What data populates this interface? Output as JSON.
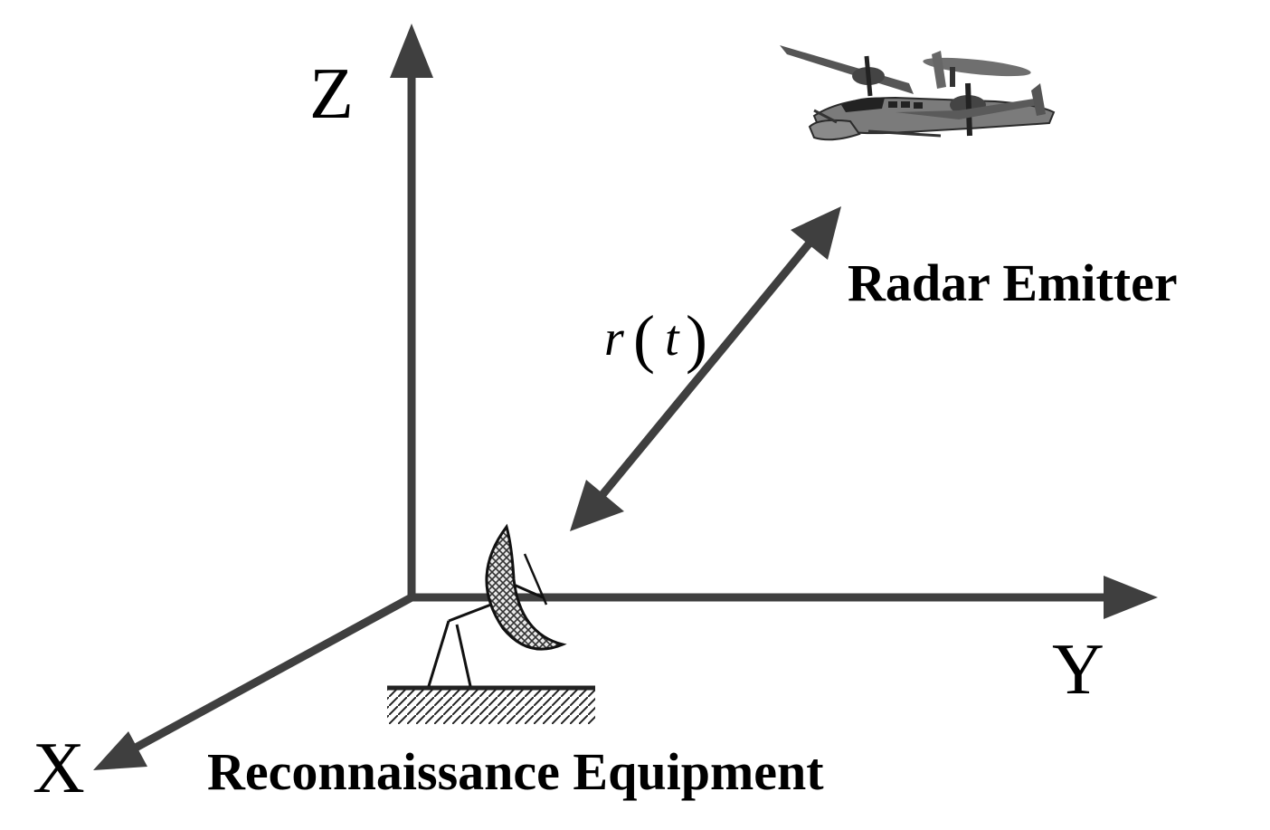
{
  "axes": {
    "x_label": "X",
    "y_label": "Y",
    "z_label": "Z"
  },
  "labels": {
    "emitter": "Radar Emitter",
    "receiver": "Reconnaissance Equipment",
    "distance_var": "r",
    "distance_arg": "t"
  },
  "colors": {
    "axis": "#3f3f3f",
    "text": "#000000"
  },
  "icons": {
    "aircraft": "aircraft-icon",
    "antenna": "radar-dish-antenna-icon"
  }
}
